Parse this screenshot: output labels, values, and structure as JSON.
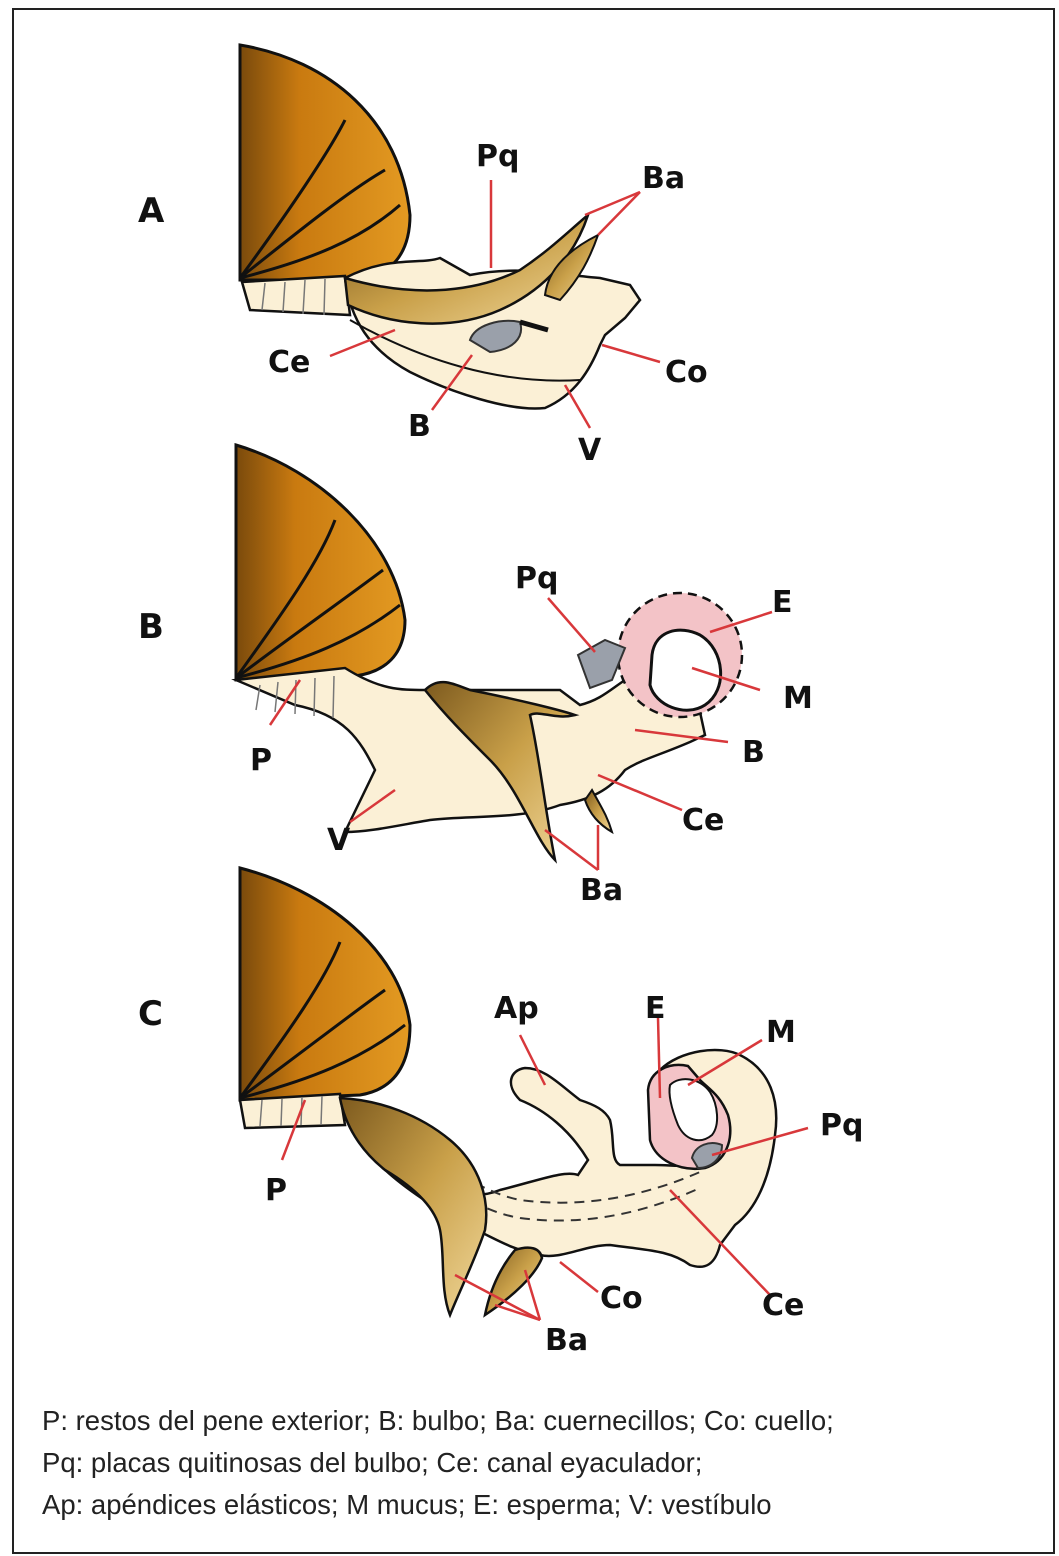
{
  "panels": [
    {
      "id": "A",
      "letter": "A",
      "labels": {
        "pq": "Pq",
        "ba": "Ba",
        "ce": "Ce",
        "co": "Co",
        "b": "B",
        "v": "V"
      }
    },
    {
      "id": "B",
      "letter": "B",
      "labels": {
        "pq": "Pq",
        "e": "E",
        "m": "M",
        "p": "P",
        "b": "B",
        "ce": "Ce",
        "v": "V",
        "ba": "Ba"
      }
    },
    {
      "id": "C",
      "letter": "C",
      "labels": {
        "ap": "Ap",
        "e": "E",
        "m": "M",
        "pq": "Pq",
        "p": "P",
        "co": "Co",
        "ce": "Ce",
        "ba": "Ba"
      }
    }
  ],
  "legend": [
    "P: restos del pene exterior;  B: bulbo; Ba: cuernecillos; Co: cuello;",
    "Pq: placas quitinosas del bulbo; Ce: canal eyaculador;",
    "Ap: apéndices elásticos; M mucus; E: esperma; V: vestíbulo"
  ],
  "colors": {
    "shell": "#c97a10",
    "shell_dark": "#7a4a0c",
    "tissue": "#fbf0d6",
    "horn": "#b08736",
    "plate": "#9aa0aa",
    "sperm": "#f3c3c7",
    "leader": "#d8383b",
    "outline": "#111111"
  }
}
